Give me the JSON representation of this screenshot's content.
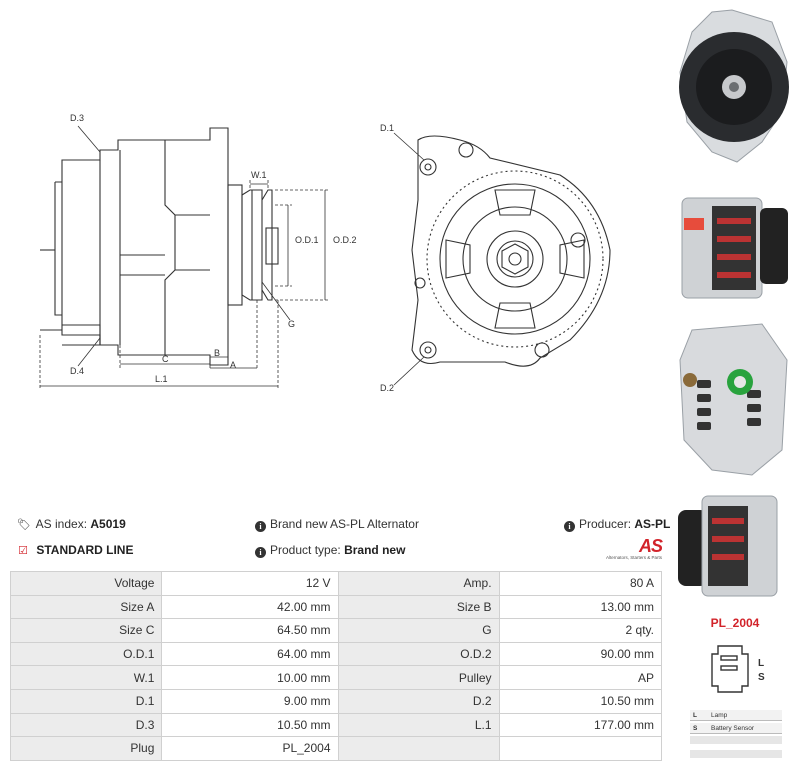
{
  "drawing": {
    "labels": {
      "d3": "D.3",
      "d1": "D.1",
      "d2": "D.2",
      "d4": "D.4",
      "w1": "W.1",
      "od1": "O.D.1",
      "od2": "O.D.2",
      "g": "G",
      "b": "B",
      "c": "C",
      "a": "A",
      "l1": "L.1"
    }
  },
  "photos": [
    "front-view",
    "side-view",
    "rear-view",
    "pulley-side-view"
  ],
  "info": {
    "as_index_label": "AS index:",
    "as_index_value": "A5019",
    "description": "Brand new AS-PL Alternator",
    "producer_label": "Producer:",
    "producer_value": "AS-PL",
    "line": "STANDARD LINE",
    "product_type_label": "Product type:",
    "product_type_value": "Brand new",
    "logo_text": "AS",
    "logo_tagline": "Alternators, Starters & Parts"
  },
  "spec": [
    [
      "Voltage",
      "12 V",
      "Amp.",
      "80 A"
    ],
    [
      "Size A",
      "42.00 mm",
      "Size B",
      "13.00 mm"
    ],
    [
      "Size C",
      "64.50 mm",
      "G",
      "2 qty."
    ],
    [
      "O.D.1",
      "64.00 mm",
      "O.D.2",
      "90.00 mm"
    ],
    [
      "W.1",
      "10.00 mm",
      "Pulley",
      "AP"
    ],
    [
      "D.1",
      "9.00 mm",
      "D.2",
      "10.50 mm"
    ],
    [
      "D.3",
      "10.50 mm",
      "L.1",
      "177.00 mm"
    ],
    [
      "Plug",
      "PL_2004",
      "",
      ""
    ]
  ],
  "plug": {
    "title": "PL_2004",
    "pins": [
      "L",
      "S"
    ],
    "legend": [
      {
        "key": "L",
        "label": "Lamp"
      },
      {
        "key": "S",
        "label": "Battery Sensor"
      }
    ]
  },
  "colors": {
    "accent": "#d2232a",
    "label_bg": "#ececec",
    "border": "#d0d0d0"
  }
}
